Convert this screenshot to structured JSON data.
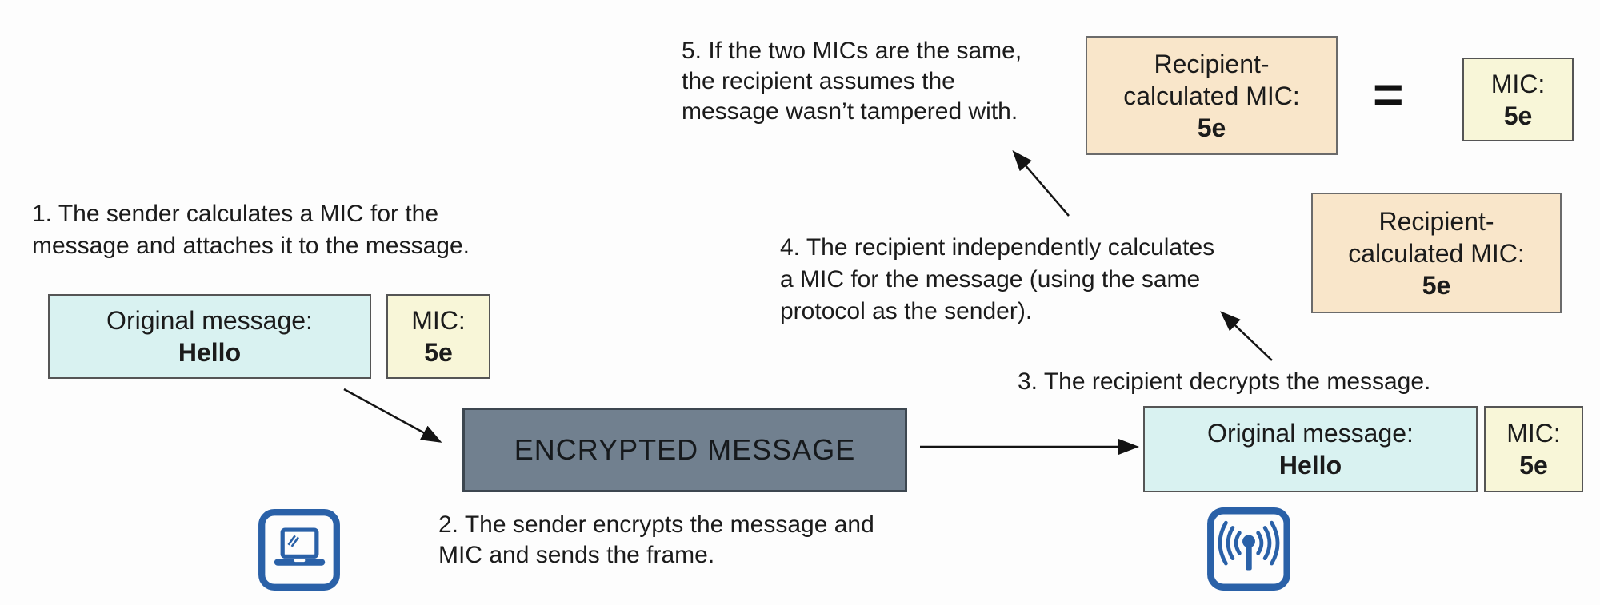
{
  "annotations": {
    "step1": "1. The sender calculates a MIC for the\nmessage and attaches it to the message.",
    "step2": "2. The sender encrypts the message and\nMIC and sends the frame.",
    "step3": "3. The recipient decrypts the message.",
    "step4": "4. The recipient independently calculates\na MIC for the message (using the same\nprotocol as the sender).",
    "step5": "5. If the two MICs are the same,\nthe recipient assumes the\nmessage wasn’t tampered with."
  },
  "sender_box": {
    "message_label": "Original message:",
    "message_value": "Hello",
    "mic_label": "MIC:",
    "mic_value": "5e"
  },
  "encrypted_box": {
    "label": "ENCRYPTED MESSAGE"
  },
  "recipient_box": {
    "message_label": "Original message:",
    "message_value": "Hello",
    "mic_label": "MIC:",
    "mic_value": "5e"
  },
  "recipient_mic_top": {
    "label": "Recipient-\ncalculated MIC:",
    "value": "5e"
  },
  "recipient_mic_side": {
    "label": "Recipient-\ncalculated MIC:",
    "value": "5e"
  },
  "comparison": {
    "equals_sign": "=",
    "mic_label": "MIC:",
    "mic_value": "5e"
  },
  "icons": {
    "sender": "laptop-icon",
    "recipient": "antenna-broadcast-icon"
  },
  "colors": {
    "cyan": "#d9f2f1",
    "yellow": "#f8f6d8",
    "peach": "#f9e6ca",
    "slate": "#71808f",
    "slate-border": "#3d4750",
    "box-border": "#555555",
    "icon-blue": "#2a61a8",
    "arrow": "#141414",
    "text": "#1b1b1b",
    "background": "#fdfdfd"
  }
}
